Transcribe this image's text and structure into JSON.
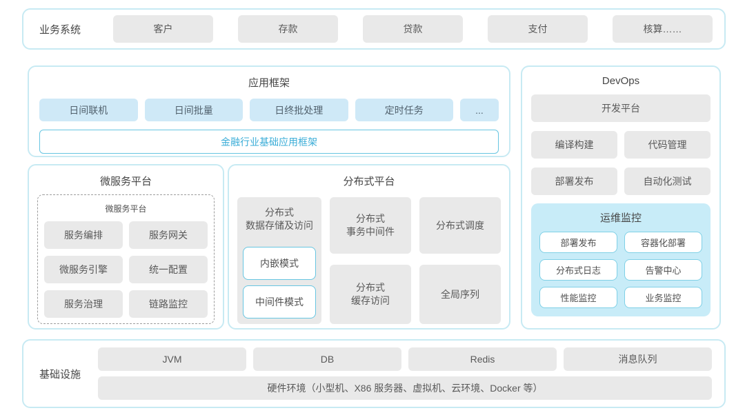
{
  "colors": {
    "section_border": "#c7eaf3",
    "gray_box_bg": "#e9e9e9",
    "blue_box_bg": "#cfe9f7",
    "blue_border": "#66c5e1",
    "blue_text": "#39acd7",
    "monitor_panel_bg": "#c8ecf8",
    "monitor_box_border": "#7fd0e6",
    "text_dark": "#454545",
    "text_gray": "#595959"
  },
  "business": {
    "label": "业务系统",
    "items": [
      "客户",
      "存款",
      "贷款",
      "支付",
      "核算……"
    ]
  },
  "app_framework": {
    "title": "应用框架",
    "items": [
      "日间联机",
      "日间批量",
      "日终批处理",
      "定时任务",
      "..."
    ],
    "base_framework": "金融行业基础应用框架"
  },
  "microservice": {
    "title": "微服务平台",
    "inner_title": "微服务平台",
    "items": [
      "服务编排",
      "服务网关",
      "微服务引擎",
      "统一配置",
      "服务治理",
      "链路监控"
    ]
  },
  "distributed": {
    "title": "分布式平台",
    "storage": {
      "title": "分布式\n数据存储及访问",
      "modes": [
        "内嵌模式",
        "中间件模式"
      ]
    },
    "middle_column": [
      "分布式\n事务中间件",
      "分布式\n缓存访问"
    ],
    "right_column": [
      "分布式调度",
      "全局序列"
    ]
  },
  "devops": {
    "title": "DevOps",
    "platform": "开发平台",
    "items": [
      "编译构建",
      "代码管理",
      "部署发布",
      "自动化测试"
    ],
    "monitor": {
      "title": "运维监控",
      "items": [
        "部署发布",
        "容器化部署",
        "分布式日志",
        "告警中心",
        "性能监控",
        "业务监控"
      ]
    }
  },
  "infrastructure": {
    "label": "基础设施",
    "items": [
      "JVM",
      "DB",
      "Redis",
      "消息队列"
    ],
    "hardware": "硬件环境（小型机、X86 服务器、虚拟机、云环境、Docker 等）"
  }
}
